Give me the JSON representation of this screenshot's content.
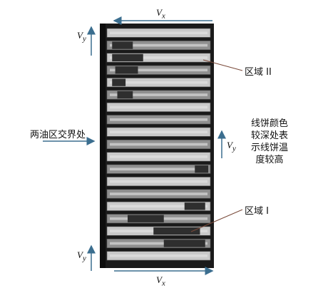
{
  "velocity_labels": {
    "top_x": {
      "base": "V",
      "sub": "x"
    },
    "bottom_x": {
      "base": "V",
      "sub": "x"
    },
    "top_y": {
      "base": "V",
      "sub": "y"
    },
    "mid_y": {
      "base": "V",
      "sub": "y"
    },
    "bot_y": {
      "base": "V",
      "sub": "y"
    }
  },
  "annotations": {
    "region_2": "区域 II",
    "region_1": "区域 I",
    "boundary": "两油区交界处",
    "legend_note_lines": [
      "线饼颜色",
      "较深处表",
      "示线饼温",
      "度较高"
    ]
  },
  "colors": {
    "frame": "#1a1a1a",
    "coil_light": "#c9c9c9",
    "coil_mid": "#8f8f8f",
    "coil_dark": "#2e2e2e",
    "arrow": "#3b6e8f",
    "leader": "#7a4a3a"
  },
  "coil_rows": [
    {
      "dark": [
        0.0,
        0.0
      ]
    },
    {
      "dark": [
        0.05,
        0.25
      ]
    },
    {
      "dark": [
        0.05,
        0.35
      ]
    },
    {
      "dark": [
        0.08,
        0.3
      ]
    },
    {
      "dark": [
        0.05,
        0.18
      ]
    },
    {
      "dark": [
        0.1,
        0.25
      ]
    },
    {
      "dark": [
        0.0,
        0.0
      ]
    },
    {
      "dark": [
        0.0,
        0.0
      ]
    },
    {
      "dark": [
        0.0,
        0.0
      ]
    },
    {
      "dark": [
        0.0,
        0.0
      ]
    },
    {
      "dark": [
        0.0,
        0.0
      ]
    },
    {
      "dark": [
        0.85,
        0.98
      ]
    },
    {
      "dark": [
        0.0,
        0.0
      ]
    },
    {
      "dark": [
        0.0,
        0.0
      ]
    },
    {
      "dark": [
        0.75,
        0.95
      ]
    },
    {
      "dark": [
        0.2,
        0.55
      ]
    },
    {
      "dark": [
        0.45,
        0.9
      ]
    },
    {
      "dark": [
        0.55,
        0.95
      ]
    },
    {
      "dark": [
        0.0,
        0.0
      ]
    }
  ]
}
